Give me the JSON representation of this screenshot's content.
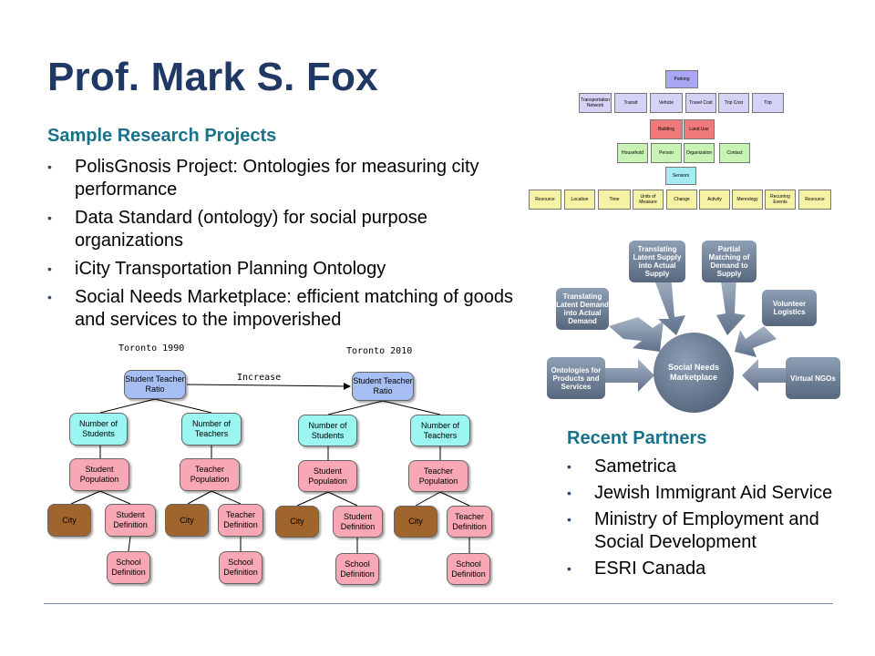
{
  "slide": {
    "title": "Prof. Mark S. Fox",
    "projects_heading": "Sample Research Projects",
    "projects": [
      "PolisGnosis Project: Ontologies for measuring city performance",
      "Data Standard (ontology) for social purpose organizations",
      "iCity Transportation Planning Ontology",
      "Social Needs Marketplace: efficient matching of goods and services to the impoverished"
    ],
    "partners_heading": "Recent Partners",
    "partners": [
      "Sametrica",
      "Jewish Immigrant Aid Service",
      "Ministry of Employment and Social Development",
      "ESRI Canada"
    ],
    "bullet_char": "•"
  },
  "tree": {
    "caption_1990": "Toronto 1990",
    "caption_2010": "Toronto 2010",
    "increase_label": "Increase",
    "labels": {
      "ratio": "Student Teacher Ratio",
      "num_students": "Number of Students",
      "num_teachers": "Number of Teachers",
      "student_pop": "Student Population",
      "teacher_pop": "Teacher Population",
      "city": "City",
      "student_def": "Student Definition",
      "teacher_def": "Teacher Definition",
      "school_def": "School Definition"
    },
    "colors": {
      "blue": "#a7bef5",
      "cyan": "#9bf5f0",
      "pink": "#f7a8b4",
      "brown": "#a0652d"
    }
  },
  "ontology_map": {
    "parking": "Parking",
    "row1": [
      "Transportation Network",
      "Transit",
      "Vehicle",
      "Travel Cost",
      "Trip Cost",
      "Trip"
    ],
    "row2": [
      "Building",
      "Land Use"
    ],
    "row3": [
      "Household",
      "Person",
      "Organization",
      "Contact"
    ],
    "sensors": "Sensors",
    "row5": [
      "Resource",
      "Location",
      "Time",
      "Units of Measure",
      "Change",
      "Activity",
      "Mereology",
      "Recurring Events",
      "Resource"
    ]
  },
  "marketplace": {
    "center": "Social Needs Marketplace",
    "nodes": {
      "latent_demand": "Translating Latent Demand into Actual Demand",
      "latent_supply": "Translating Latent Supply into Actual Supply",
      "partial_matching": "Partial Matching of Demand to Supply",
      "volunteer": "Volunteer Logistics",
      "ontologies": "Ontologies for Products and Services",
      "virtual_ngos": "Virtual NGOs"
    }
  }
}
